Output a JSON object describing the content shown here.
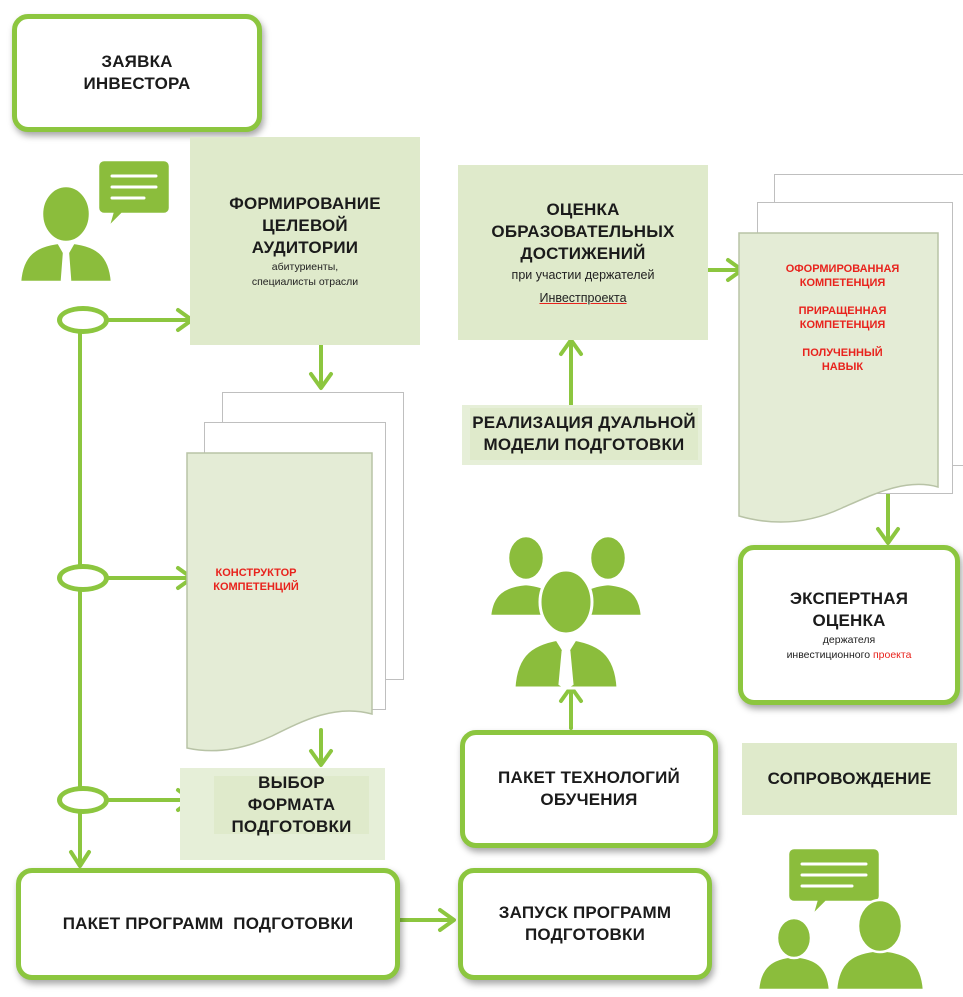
{
  "investor_request": {
    "line1": "ЗАЯВКА",
    "line2": "ИНВЕСТОРА"
  },
  "target_audience": {
    "line1": "ФОРМИРОВАНИЕ",
    "line2": "ЦЕЛЕВОЙ",
    "line3": "АУДИТОРИИ",
    "sub1": "абитуриенты,",
    "sub2": "специалисты отрасли"
  },
  "competence_constructor": {
    "line1": "КОНСТРУКТОР",
    "line2": "КОМПЕТЕНЦИЙ"
  },
  "training_format": {
    "line1": "ВЫБОР ФОРМАТА",
    "line2": "ПОДГОТОВКИ"
  },
  "program_package": {
    "label": "ПАКЕТ ПРОГРАММ  ПОДГОТОВКИ"
  },
  "program_launch": {
    "line1": "ЗАПУСК ПРОГРАММ",
    "line2": "ПОДГОТОВКИ"
  },
  "achievement_assessment": {
    "line1": "ОЦЕНКА ОБРАЗОВАТЕЛЬНЫХ",
    "line2": "ДОСТИЖЕНИЙ",
    "sub1": "при участии держателей",
    "sub2": "Инвестпроекта"
  },
  "dual_model": {
    "line1": "РЕАЛИЗАЦИЯ ДУАЛЬНОЙ",
    "line2": "МОДЕЛИ ПОДГОТОВКИ"
  },
  "competence_results": {
    "item1_line1": "ОФОРМИРОВАННАЯ",
    "item1_line2": "КОМПЕТЕНЦИЯ",
    "item2_line1": "ПРИРАЩЕННАЯ",
    "item2_line2": "КОМПЕТЕНЦИЯ",
    "item3_line1": "ПОЛУЧЕННЫЙ",
    "item3_line2": "НАВЫК"
  },
  "tech_package": {
    "line1": "ПАКЕТ ТЕХНОЛОГИЙ",
    "line2": "ОБУЧЕНИЯ"
  },
  "expert_assessment": {
    "line1": "ЭКСПЕРТНАЯ",
    "line2": "ОЦЕНКА",
    "sub1": "держателя",
    "sub2_a": "инвестиционного ",
    "sub2_b": "проекта"
  },
  "support": {
    "label": "СОПРОВОЖДЕНИЕ"
  },
  "colors": {
    "accent_green": "#8cc63f",
    "figure_green": "#8bbd3c",
    "light_fill": "#dfeacb",
    "red_text": "#e8231d"
  },
  "icons": [
    "investor-chat-icon",
    "people-group-icon",
    "consulting-people-icon"
  ]
}
